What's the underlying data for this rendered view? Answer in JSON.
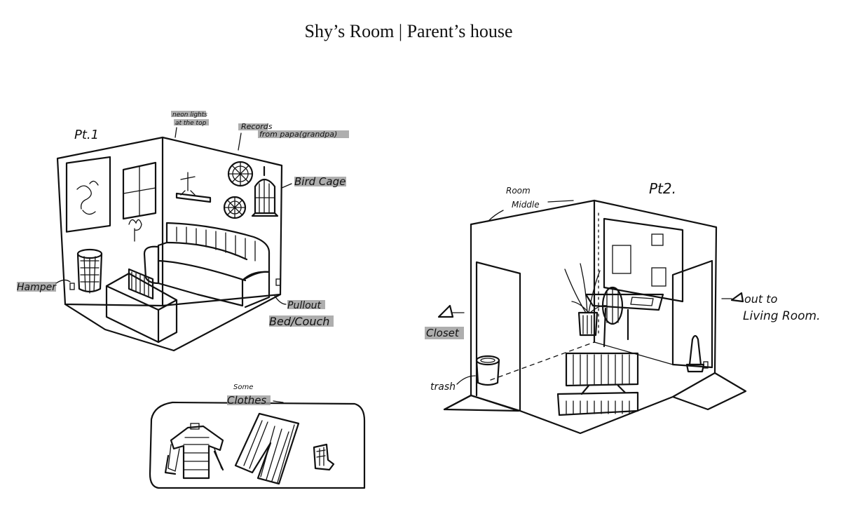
{
  "page_title": "Shy’s Room | Parent’s house",
  "sketch1": {
    "label": "Pt.1",
    "annotations": {
      "neon_line1": "neon lights",
      "neon_line2": "at the top",
      "records_line1": "Records",
      "records_line2": "from papa(grandpa)",
      "bird_cage": "Bird Cage",
      "hamper": "Hamper",
      "pullout_line1": "Pullout",
      "pullout_line2": "Bed/Couch"
    }
  },
  "sketch2": {
    "label": "Pt2.",
    "annotations": {
      "room_line1": "Room",
      "room_line2": "Middle",
      "closet": "Closet",
      "trash": "trash",
      "out_line1": "out to",
      "out_line2": "Living Room."
    }
  },
  "sketch3": {
    "annotations": {
      "some": "Some",
      "clothes": "Clothes"
    }
  }
}
